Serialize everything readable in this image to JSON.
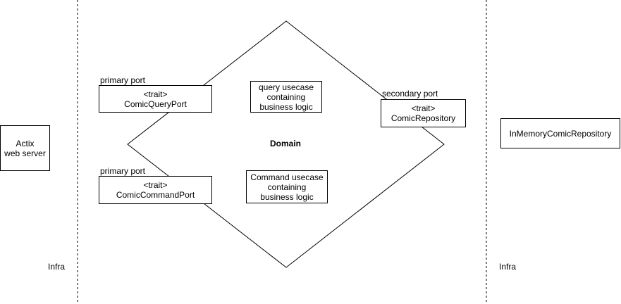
{
  "diagram": {
    "domain_label": "Domain",
    "infra_left_label": "Infra",
    "infra_right_label": "Infra",
    "actix": {
      "line1": "Actix",
      "line2": "web server"
    },
    "query_port": {
      "caption": "primary port",
      "line1": "<trait>",
      "line2": "ComicQueryPort"
    },
    "command_port": {
      "caption": "primary port",
      "line1": "<trait>",
      "line2": "ComicCommandPort"
    },
    "repository_port": {
      "caption": "secondary port",
      "line1": "<trait>",
      "line2": "ComicRepository"
    },
    "query_usecase": {
      "line1": "query usecase",
      "line2": "containing",
      "line3": "business logic"
    },
    "command_usecase": {
      "line1": "Command usecase",
      "line2": "containing",
      "line3": "business logic"
    },
    "in_memory_repo": {
      "label": "InMemoryComicRepository"
    }
  },
  "colors": {
    "stroke": "#000000",
    "fill": "#ffffff"
  }
}
